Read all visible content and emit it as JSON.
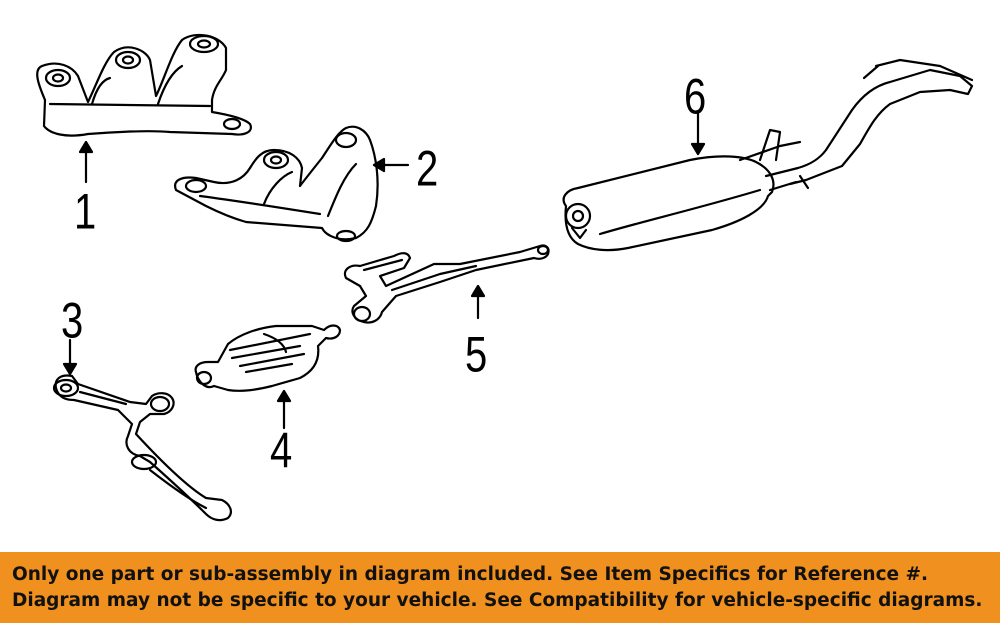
{
  "callouts": {
    "part_1": "1",
    "part_2": "2",
    "part_3": "3",
    "part_4": "4",
    "part_5": "5",
    "part_6": "6"
  },
  "banner": {
    "line1": "Only one part or sub-assembly in diagram included. See Item Specifics for Reference #.",
    "line2": "Diagram may not be specific to your vehicle. See Compatibility for vehicle-specific diagrams."
  },
  "colors": {
    "banner_background": "#f0901e",
    "line_art": "#000000",
    "background": "#ffffff"
  }
}
